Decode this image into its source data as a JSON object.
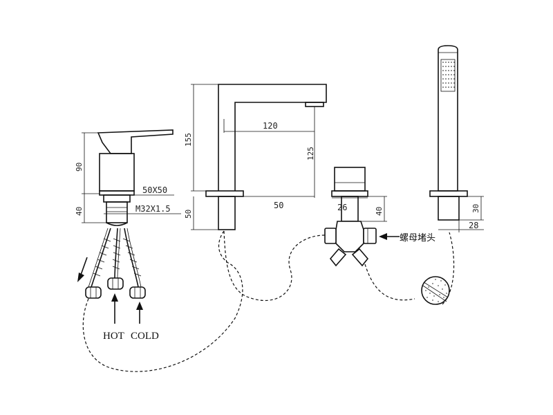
{
  "colors": {
    "line": "#111111",
    "background": "#ffffff"
  },
  "mixer": {
    "dim_height": "90",
    "dim_base": "40",
    "dim_square": "50X50",
    "dim_thread": "M32X1.5"
  },
  "spout": {
    "dim_height": "155",
    "dim_reach": "120",
    "dim_inner_height": "125",
    "dim_base_height": "50",
    "dim_base_width": "50"
  },
  "diverter": {
    "dim_width": "26",
    "dim_height": "40",
    "nut_label": "螺母堵头"
  },
  "handshower": {
    "dim_height": "30",
    "dim_width": "28"
  },
  "labels": {
    "hot": "HOT",
    "cold": "COLD"
  }
}
